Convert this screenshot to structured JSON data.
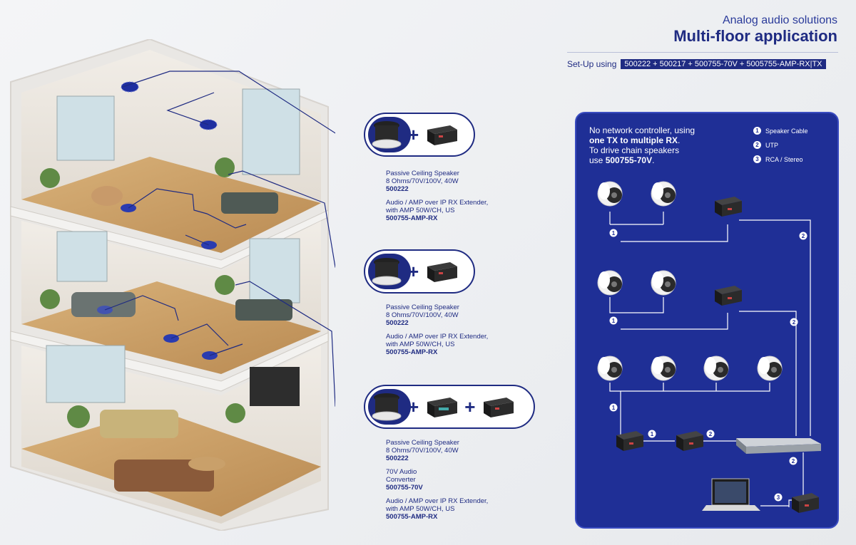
{
  "header": {
    "subtitle": "Analog audio solutions",
    "title": "Multi-floor application",
    "setup_label": "Set-Up using",
    "setup_codes": "500222 + 500217 + 500755-70V + 5005755-AMP-RX|TX"
  },
  "floors": [
    {
      "desc1": "Passive Ceiling Speaker",
      "desc2": "8 Ohms/70V/100V, 40W",
      "code1": "500222",
      "desc3": "Audio / AMP over IP RX Extender,",
      "desc4": "with AMP 50W/CH, US",
      "code2": "500755-AMP-RX"
    },
    {
      "desc1": "Passive Ceiling Speaker",
      "desc2": "8 Ohms/70V/100V, 40W",
      "code1": "500222",
      "desc3": "Audio / AMP over IP RX Extender,",
      "desc4": "with AMP 50W/CH, US",
      "code2": "500755-AMP-RX"
    },
    {
      "desc1": "Passive Ceiling Speaker",
      "desc2": "8 Ohms/70V/100V, 40W",
      "code1": "500222",
      "desc3": "70V Audio",
      "desc4": "Converter",
      "code2": "500755-70V",
      "desc5": "Audio / AMP over IP RX Extender,",
      "desc6": "with AMP 50W/CH, US",
      "code3": "500755-AMP-RX"
    }
  ],
  "panel": {
    "line1": "No network controller, using",
    "line2": "one TX to multiple RX",
    "line2_end": ".",
    "line3": "To drive chain speakers",
    "line4_pre": "use ",
    "line4_code": "500755-70V",
    "line4_end": ".",
    "legend": [
      {
        "n": "1",
        "label": "Speaker Cable"
      },
      {
        "n": "2",
        "label": "UTP"
      },
      {
        "n": "3",
        "label": "RCA /  Stereo"
      }
    ],
    "wire_labels": [
      "1",
      "2",
      "1",
      "2",
      "1",
      "1",
      "2",
      "2",
      "3"
    ]
  },
  "colors": {
    "brand": "#1f2b82",
    "panel": "#1f2f96",
    "floor_wood": "#c9a06a",
    "wall": "#e8e4de"
  }
}
